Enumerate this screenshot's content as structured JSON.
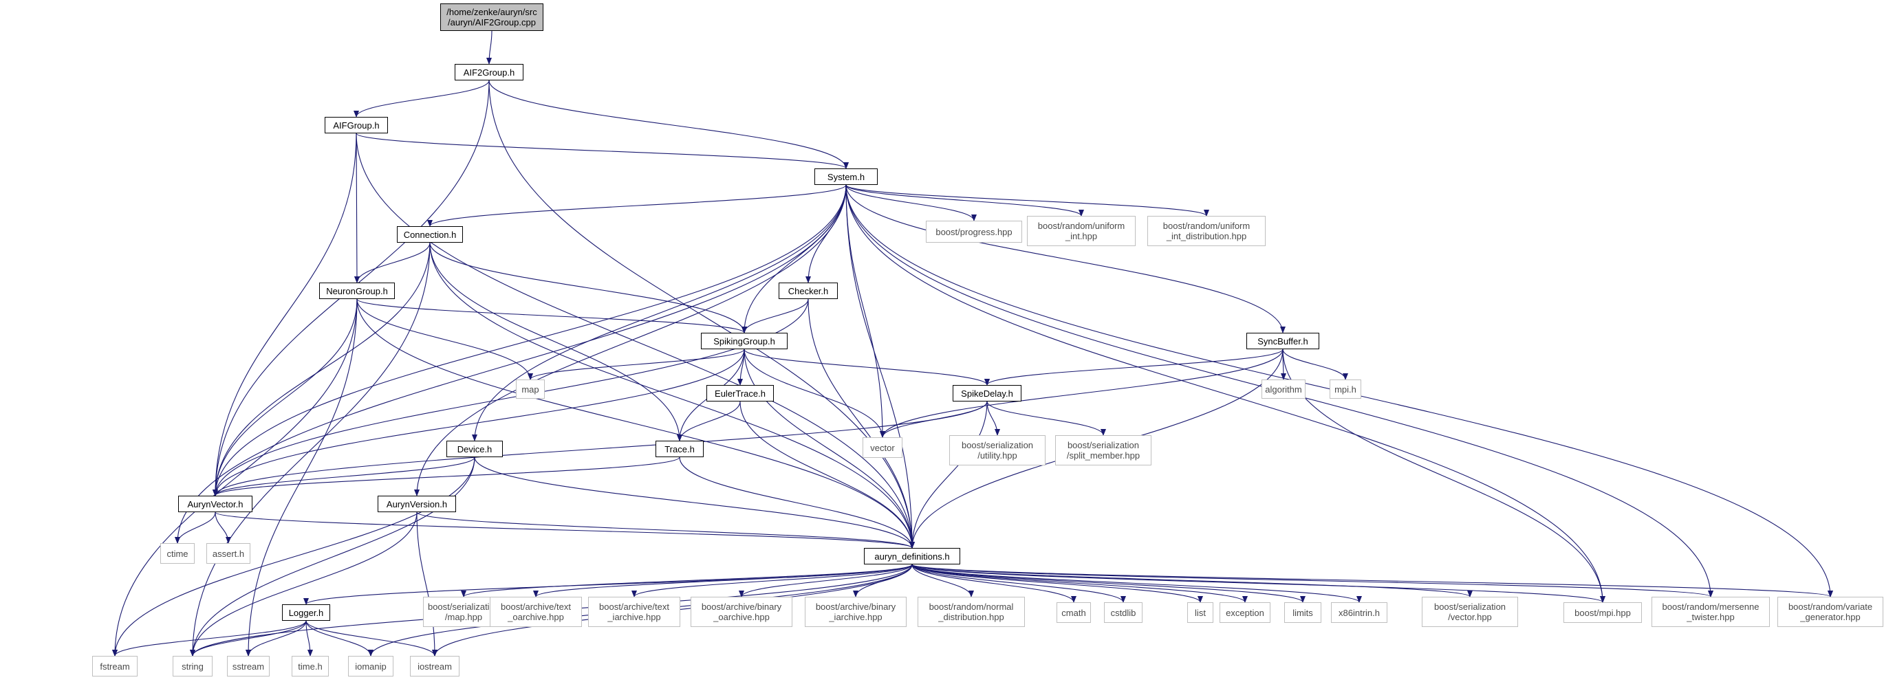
{
  "graph": {
    "edge_color": "#191970",
    "nodes": [
      {
        "id": "root",
        "label": "/home/zenke/auryn/src\n/auryn/AIF2Group.cpp",
        "kind": "root"
      },
      {
        "id": "aif2",
        "label": "AIF2Group.h",
        "kind": "doc"
      },
      {
        "id": "aif",
        "label": "AIFGroup.h",
        "kind": "doc"
      },
      {
        "id": "system",
        "label": "System.h",
        "kind": "doc"
      },
      {
        "id": "connection",
        "label": "Connection.h",
        "kind": "doc"
      },
      {
        "id": "neurongroup",
        "label": "NeuronGroup.h",
        "kind": "doc"
      },
      {
        "id": "checker",
        "label": "Checker.h",
        "kind": "doc"
      },
      {
        "id": "spikinggroup",
        "label": "SpikingGroup.h",
        "kind": "doc"
      },
      {
        "id": "synchbuffer",
        "label": "SyncBuffer.h",
        "kind": "doc"
      },
      {
        "id": "eulertrace",
        "label": "EulerTrace.h",
        "kind": "doc"
      },
      {
        "id": "spikedelay",
        "label": "SpikeDelay.h",
        "kind": "doc"
      },
      {
        "id": "device",
        "label": "Device.h",
        "kind": "doc"
      },
      {
        "id": "trace",
        "label": "Trace.h",
        "kind": "doc"
      },
      {
        "id": "aurynvector",
        "label": "AurynVector.h",
        "kind": "doc"
      },
      {
        "id": "aurynversion",
        "label": "AurynVersion.h",
        "kind": "doc"
      },
      {
        "id": "defs",
        "label": "auryn_definitions.h",
        "kind": "doc"
      },
      {
        "id": "logger",
        "label": "Logger.h",
        "kind": "doc"
      },
      {
        "id": "progress",
        "label": "boost/progress.hpp",
        "kind": "ext"
      },
      {
        "id": "uniform_int",
        "label": "boost/random/uniform\n_int.hpp",
        "kind": "ext"
      },
      {
        "id": "uniform_int_dist",
        "label": "boost/random/uniform\n_int_distribution.hpp",
        "kind": "ext"
      },
      {
        "id": "map",
        "label": "map",
        "kind": "ext"
      },
      {
        "id": "vector",
        "label": "vector",
        "kind": "ext"
      },
      {
        "id": "algorithm",
        "label": "algorithm",
        "kind": "ext"
      },
      {
        "id": "mpih",
        "label": "mpi.h",
        "kind": "ext"
      },
      {
        "id": "ser_utility",
        "label": "boost/serialization\n/utility.hpp",
        "kind": "ext"
      },
      {
        "id": "ser_split",
        "label": "boost/serialization\n/split_member.hpp",
        "kind": "ext"
      },
      {
        "id": "ctime",
        "label": "ctime",
        "kind": "ext"
      },
      {
        "id": "asserth",
        "label": "assert.h",
        "kind": "ext"
      },
      {
        "id": "ser_map",
        "label": "boost/serialization\n/map.hpp",
        "kind": "ext"
      },
      {
        "id": "text_oarchive",
        "label": "boost/archive/text\n_oarchive.hpp",
        "kind": "ext"
      },
      {
        "id": "text_iarchive",
        "label": "boost/archive/text\n_iarchive.hpp",
        "kind": "ext"
      },
      {
        "id": "binary_oarchive",
        "label": "boost/archive/binary\n_oarchive.hpp",
        "kind": "ext"
      },
      {
        "id": "binary_iarchive",
        "label": "boost/archive/binary\n_iarchive.hpp",
        "kind": "ext"
      },
      {
        "id": "normal_dist",
        "label": "boost/random/normal\n_distribution.hpp",
        "kind": "ext"
      },
      {
        "id": "cmath",
        "label": "cmath",
        "kind": "ext"
      },
      {
        "id": "cstdlib",
        "label": "cstdlib",
        "kind": "ext"
      },
      {
        "id": "list",
        "label": "list",
        "kind": "ext"
      },
      {
        "id": "exception",
        "label": "exception",
        "kind": "ext"
      },
      {
        "id": "limits",
        "label": "limits",
        "kind": "ext"
      },
      {
        "id": "x86intrin",
        "label": "x86intrin.h",
        "kind": "ext"
      },
      {
        "id": "ser_vector",
        "label": "boost/serialization\n/vector.hpp",
        "kind": "ext"
      },
      {
        "id": "mpihpp",
        "label": "boost/mpi.hpp",
        "kind": "ext"
      },
      {
        "id": "mersenne",
        "label": "boost/random/mersenne\n_twister.hpp",
        "kind": "ext"
      },
      {
        "id": "variate",
        "label": "boost/random/variate\n_generator.hpp",
        "kind": "ext"
      },
      {
        "id": "fstream",
        "label": "fstream",
        "kind": "ext"
      },
      {
        "id": "string",
        "label": "string",
        "kind": "ext"
      },
      {
        "id": "sstream",
        "label": "sstream",
        "kind": "ext"
      },
      {
        "id": "timeh",
        "label": "time.h",
        "kind": "ext"
      },
      {
        "id": "iomanip",
        "label": "iomanip",
        "kind": "ext"
      },
      {
        "id": "iostream",
        "label": "iostream",
        "kind": "ext"
      }
    ],
    "edges": [
      [
        "root",
        "aif2"
      ],
      [
        "aif2",
        "aif"
      ],
      [
        "aif2",
        "system"
      ],
      [
        "aif2",
        "aurynvector"
      ],
      [
        "aif2",
        "defs"
      ],
      [
        "aif",
        "system"
      ],
      [
        "aif",
        "neurongroup"
      ],
      [
        "aif",
        "aurynvector"
      ],
      [
        "aif",
        "defs"
      ],
      [
        "system",
        "connection"
      ],
      [
        "system",
        "checker"
      ],
      [
        "system",
        "spikinggroup"
      ],
      [
        "system",
        "synchbuffer"
      ],
      [
        "system",
        "device"
      ],
      [
        "system",
        "aurynvector"
      ],
      [
        "system",
        "aurynversion"
      ],
      [
        "system",
        "defs"
      ],
      [
        "system",
        "progress"
      ],
      [
        "system",
        "uniform_int"
      ],
      [
        "system",
        "uniform_int_dist"
      ],
      [
        "system",
        "vector"
      ],
      [
        "system",
        "mpihpp"
      ],
      [
        "system",
        "mersenne"
      ],
      [
        "system",
        "variate"
      ],
      [
        "system",
        "ctime"
      ],
      [
        "connection",
        "neurongroup"
      ],
      [
        "connection",
        "spikinggroup"
      ],
      [
        "connection",
        "trace"
      ],
      [
        "connection",
        "aurynvector"
      ],
      [
        "connection",
        "defs"
      ],
      [
        "connection",
        "string"
      ],
      [
        "neurongroup",
        "spikinggroup"
      ],
      [
        "neurongroup",
        "aurynvector"
      ],
      [
        "neurongroup",
        "defs"
      ],
      [
        "neurongroup",
        "map"
      ],
      [
        "neurongroup",
        "fstream"
      ],
      [
        "neurongroup",
        "sstream"
      ],
      [
        "checker",
        "spikinggroup"
      ],
      [
        "checker",
        "aurynvector"
      ],
      [
        "checker",
        "defs"
      ],
      [
        "spikinggroup",
        "eulertrace"
      ],
      [
        "spikinggroup",
        "spikedelay"
      ],
      [
        "spikinggroup",
        "trace"
      ],
      [
        "spikinggroup",
        "aurynvector"
      ],
      [
        "spikinggroup",
        "defs"
      ],
      [
        "spikinggroup",
        "map"
      ],
      [
        "spikinggroup",
        "vector"
      ],
      [
        "synchbuffer",
        "spikedelay"
      ],
      [
        "synchbuffer",
        "vector"
      ],
      [
        "synchbuffer",
        "algorithm"
      ],
      [
        "synchbuffer",
        "mpih"
      ],
      [
        "synchbuffer",
        "defs"
      ],
      [
        "synchbuffer",
        "mpihpp"
      ],
      [
        "eulertrace",
        "trace"
      ],
      [
        "eulertrace",
        "defs"
      ],
      [
        "spikedelay",
        "vector"
      ],
      [
        "spikedelay",
        "ser_utility"
      ],
      [
        "spikedelay",
        "ser_split"
      ],
      [
        "spikedelay",
        "aurynvector"
      ],
      [
        "spikedelay",
        "defs"
      ],
      [
        "device",
        "aurynvector"
      ],
      [
        "device",
        "defs"
      ],
      [
        "device",
        "fstream"
      ],
      [
        "device",
        "string"
      ],
      [
        "trace",
        "aurynvector"
      ],
      [
        "trace",
        "defs"
      ],
      [
        "aurynvector",
        "ctime"
      ],
      [
        "aurynvector",
        "asserth"
      ],
      [
        "aurynvector",
        "defs"
      ],
      [
        "aurynversion",
        "defs"
      ],
      [
        "aurynversion",
        "string"
      ],
      [
        "aurynversion",
        "iostream"
      ],
      [
        "defs",
        "logger"
      ],
      [
        "defs",
        "ser_map"
      ],
      [
        "defs",
        "text_oarchive"
      ],
      [
        "defs",
        "text_iarchive"
      ],
      [
        "defs",
        "binary_oarchive"
      ],
      [
        "defs",
        "binary_iarchive"
      ],
      [
        "defs",
        "normal_dist"
      ],
      [
        "defs",
        "cmath"
      ],
      [
        "defs",
        "cstdlib"
      ],
      [
        "defs",
        "list"
      ],
      [
        "defs",
        "exception"
      ],
      [
        "defs",
        "limits"
      ],
      [
        "defs",
        "x86intrin"
      ],
      [
        "defs",
        "ser_vector"
      ],
      [
        "defs",
        "mpihpp"
      ],
      [
        "defs",
        "mersenne"
      ],
      [
        "defs",
        "variate"
      ],
      [
        "defs",
        "string"
      ],
      [
        "defs",
        "iomanip"
      ],
      [
        "defs",
        "iostream"
      ],
      [
        "logger",
        "fstream"
      ],
      [
        "logger",
        "string"
      ],
      [
        "logger",
        "sstream"
      ],
      [
        "logger",
        "timeh"
      ],
      [
        "logger",
        "iomanip"
      ],
      [
        "logger",
        "iostream"
      ]
    ]
  }
}
